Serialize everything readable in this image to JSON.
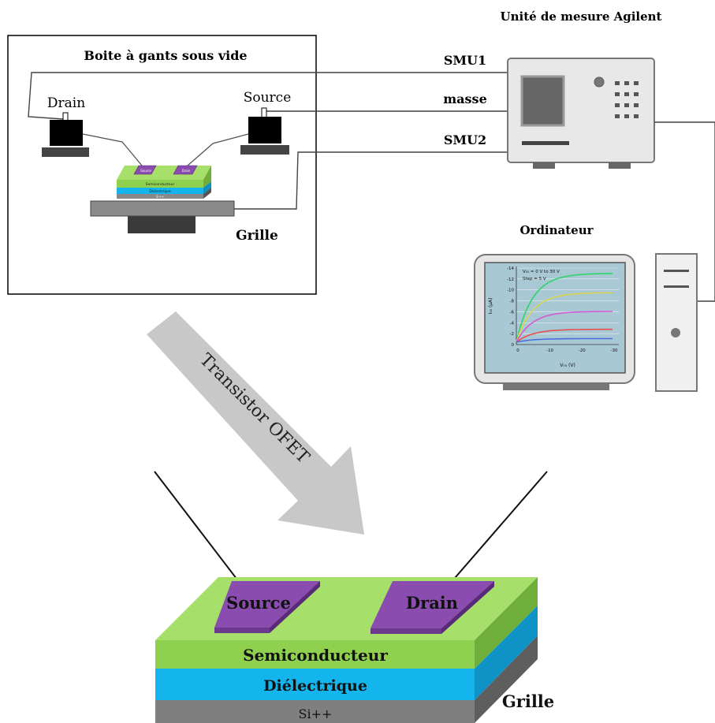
{
  "setup": {
    "glovebox_title": "Boite à gants sous vide",
    "drain_label": "Drain",
    "source_label": "Source",
    "grille_label": "Grille",
    "mini_source": "Source",
    "mini_drain": "Drain",
    "mini_semiconductor": "Semiconducteur",
    "mini_dielectric": "Diélectrique",
    "mini_si": "Si++"
  },
  "instrument": {
    "title": "Unité de mesure Agilent",
    "smu1": "SMU1",
    "masse": "masse",
    "smu2": "SMU2"
  },
  "computer": {
    "title": "Ordinateur",
    "legend_line1": "V₀₅ = 0 V to 30 V",
    "legend_line2": "Step = 5 V",
    "ylabel": "I₀₅ (µA)",
    "xlabel": "V₀₅ (V)",
    "y_ticks": [
      "-14",
      "-12",
      "-10",
      "-8",
      "-6",
      "-4",
      "-2",
      "0"
    ],
    "x_ticks": [
      "0",
      "-10",
      "-20",
      "-30"
    ],
    "curve_colors": [
      "#2fd46a",
      "#d8d650",
      "#d65ad6",
      "#e65050",
      "#4a70e0"
    ]
  },
  "arrow": {
    "label": "Transistor OFET"
  },
  "device": {
    "source": "Source",
    "drain": "Drain",
    "semiconductor": "Semiconducteur",
    "dielectric": "Diélectrique",
    "substrate": "Si++",
    "gate": "Grille"
  },
  "colors": {
    "semiconductor": "#8fd14f",
    "dielectric": "#14b4ec",
    "substrate": "#7f7f7f",
    "electrode": "#8a4cae",
    "arrow": "#c8c8c8"
  }
}
